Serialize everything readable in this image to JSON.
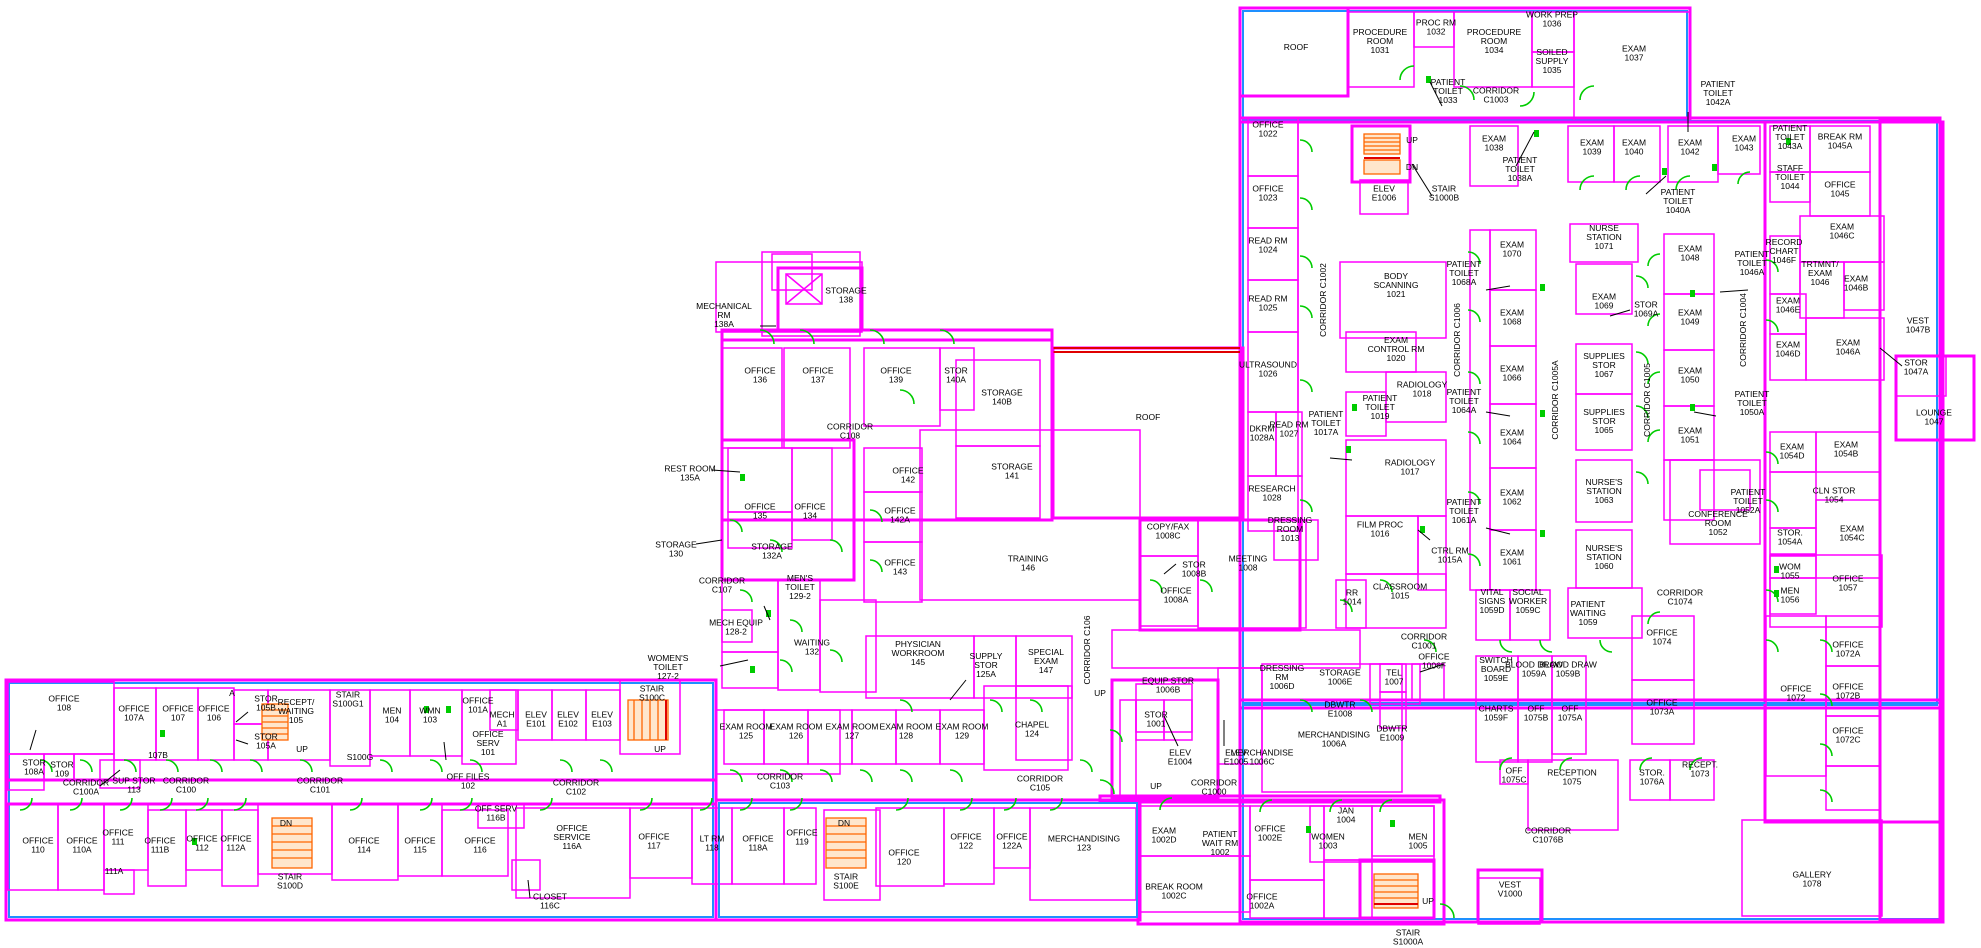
{
  "rooms": [
    {
      "id": "roof-1",
      "name": "ROOF",
      "num": ""
    },
    {
      "id": "r1031",
      "name": "PROCEDURE ROOM",
      "num": "1031"
    },
    {
      "id": "r1032",
      "name": "PROC RM",
      "num": "1032"
    },
    {
      "id": "r1034",
      "name": "PROCEDURE ROOM",
      "num": "1034"
    },
    {
      "id": "r1036",
      "name": "WORK PREP",
      "num": "1036"
    },
    {
      "id": "r1035",
      "name": "SOILED SUPPLY",
      "num": "1035"
    },
    {
      "id": "r1037",
      "name": "EXAM",
      "num": "1037"
    },
    {
      "id": "r1033",
      "name": "PATIENT TOILET",
      "num": "1033"
    },
    {
      "id": "c1003",
      "name": "CORRIDOR",
      "num": "C1003"
    },
    {
      "id": "r1022",
      "name": "OFFICE",
      "num": "1022"
    },
    {
      "id": "r1023",
      "name": "OFFICE",
      "num": "1023"
    },
    {
      "id": "r1024",
      "name": "READ RM",
      "num": "1024"
    },
    {
      "id": "r1025",
      "name": "READ RM",
      "num": "1025"
    },
    {
      "id": "r1026",
      "name": "ULTRASOUND",
      "num": "1026"
    },
    {
      "id": "r1028a",
      "name": "DKRM",
      "num": "1028A"
    },
    {
      "id": "r1027",
      "name": "READ RM",
      "num": "1027"
    },
    {
      "id": "r1028",
      "name": "RESEARCH",
      "num": "1028"
    },
    {
      "id": "e1006",
      "name": "ELEV",
      "num": "E1006"
    },
    {
      "id": "s1000b",
      "name": "STAIR",
      "num": "S1000B"
    },
    {
      "id": "r1021",
      "name": "BODY SCANNING",
      "num": "1021"
    },
    {
      "id": "r1020",
      "name": "EXAM CONTROL RM",
      "num": "1020"
    },
    {
      "id": "r1019",
      "name": "PATIENT TOILET",
      "num": "1019"
    },
    {
      "id": "r1018",
      "name": "RADIOLOGY",
      "num": "1018"
    },
    {
      "id": "r1017a",
      "name": "PATIENT TOILET",
      "num": "1017A"
    },
    {
      "id": "r1017",
      "name": "RADIOLOGY",
      "num": "1017"
    },
    {
      "id": "r1016",
      "name": "FILM PROC",
      "num": "1016"
    },
    {
      "id": "r1015a",
      "name": "CTRL RM",
      "num": "1015A"
    },
    {
      "id": "r1014",
      "name": "RR",
      "num": "1014"
    },
    {
      "id": "r1015",
      "name": "CLASSROOM",
      "num": "1015"
    },
    {
      "id": "r1013",
      "name": "DRESSING ROOM",
      "num": "1013"
    },
    {
      "id": "r1038",
      "name": "EXAM",
      "num": "1038"
    },
    {
      "id": "r1038a",
      "name": "PATIENT TOILET",
      "num": "1038A"
    },
    {
      "id": "r1039",
      "name": "EXAM",
      "num": "1039"
    },
    {
      "id": "r1040",
      "name": "EXAM",
      "num": "1040"
    },
    {
      "id": "r1042",
      "name": "EXAM",
      "num": "1042"
    },
    {
      "id": "r1043",
      "name": "EXAM",
      "num": "1043"
    },
    {
      "id": "r1042a",
      "name": "PATIENT TOILET",
      "num": "1042A"
    },
    {
      "id": "r1040a",
      "name": "PATIENT TOILET",
      "num": "1040A"
    },
    {
      "id": "r1043a",
      "name": "PATIENT TOILET",
      "num": "1043A"
    },
    {
      "id": "r1044",
      "name": "STAFF TOILET",
      "num": "1044"
    },
    {
      "id": "r1045a",
      "name": "BREAK RM",
      "num": "1045A"
    },
    {
      "id": "r1045",
      "name": "OFFICE",
      "num": "1045"
    },
    {
      "id": "r1046c",
      "name": "EXAM",
      "num": "1046C"
    },
    {
      "id": "r1046f",
      "name": "RECORD CHART",
      "num": "1046F"
    },
    {
      "id": "r1046",
      "name": "TRTMNT/ EXAM",
      "num": "1046"
    },
    {
      "id": "r1046b",
      "name": "EXAM",
      "num": "1046B"
    },
    {
      "id": "r1046e",
      "name": "EXAM",
      "num": "1046E"
    },
    {
      "id": "r1046d",
      "name": "EXAM",
      "num": "1046D"
    },
    {
      "id": "r1046a",
      "name": "EXAM",
      "num": "1046A"
    },
    {
      "id": "v1047b",
      "name": "VEST",
      "num": "1047B"
    },
    {
      "id": "r1047a",
      "name": "STOR",
      "num": "1047A"
    },
    {
      "id": "r1047",
      "name": "LOUNGE",
      "num": "1047"
    },
    {
      "id": "r1071",
      "name": "NURSE STATION",
      "num": "1071"
    },
    {
      "id": "r1070",
      "name": "EXAM",
      "num": "1070"
    },
    {
      "id": "r1068a",
      "name": "PATIENT TOILET",
      "num": "1068A"
    },
    {
      "id": "r1068",
      "name": "EXAM",
      "num": "1068"
    },
    {
      "id": "r1069",
      "name": "EXAM",
      "num": "1069"
    },
    {
      "id": "r1069a",
      "name": "STOR",
      "num": "1069A"
    },
    {
      "id": "r1066",
      "name": "EXAM",
      "num": "1066"
    },
    {
      "id": "r1067",
      "name": "SUPPLIES STOR",
      "num": "1067"
    },
    {
      "id": "r1065",
      "name": "SUPPLIES STOR",
      "num": "1065"
    },
    {
      "id": "r1064a",
      "name": "PATIENT TOILET",
      "num": "1064A"
    },
    {
      "id": "r1064",
      "name": "EXAM",
      "num": "1064"
    },
    {
      "id": "r1063",
      "name": "NURSE'S STATION",
      "num": "1063"
    },
    {
      "id": "r1062",
      "name": "EXAM",
      "num": "1062"
    },
    {
      "id": "r1061a",
      "name": "PATIENT TOILET",
      "num": "1061A"
    },
    {
      "id": "r1061",
      "name": "EXAM",
      "num": "1061"
    },
    {
      "id": "r1060",
      "name": "NURSE'S STATION",
      "num": "1060"
    },
    {
      "id": "r1048",
      "name": "EXAM",
      "num": "1048"
    },
    {
      "id": "r1046a2",
      "name": "PATIENT TOILET",
      "num": "1046A"
    },
    {
      "id": "r1049",
      "name": "EXAM",
      "num": "1049"
    },
    {
      "id": "r1050",
      "name": "EXAM",
      "num": "1050"
    },
    {
      "id": "r1050a",
      "name": "PATIENT TOILET",
      "num": "1050A"
    },
    {
      "id": "r1051",
      "name": "EXAM",
      "num": "1051"
    },
    {
      "id": "r1054d",
      "name": "EXAM",
      "num": "1054D"
    },
    {
      "id": "r1054b",
      "name": "EXAM",
      "num": "1054B"
    },
    {
      "id": "r1052a",
      "name": "PATIENT TOILET",
      "num": "1052A"
    },
    {
      "id": "r1054",
      "name": "CLN STOR",
      "num": "1054"
    },
    {
      "id": "r1052",
      "name": "CONFERENCE ROOM",
      "num": "1052"
    },
    {
      "id": "r1054a",
      "name": "STOR.",
      "num": "1054A"
    },
    {
      "id": "r1054c",
      "name": "EXAM",
      "num": "1054C"
    },
    {
      "id": "r1055",
      "name": "WOM",
      "num": "1055"
    },
    {
      "id": "r1056",
      "name": "MEN",
      "num": "1056"
    },
    {
      "id": "r1057",
      "name": "OFFICE",
      "num": "1057"
    },
    {
      "id": "r1059d",
      "name": "VITAL SIGNS",
      "num": "1059D"
    },
    {
      "id": "r1059c",
      "name": "SOCIAL WORKER",
      "num": "1059C"
    },
    {
      "id": "r1059",
      "name": "PATIENT WAITING",
      "num": "1059"
    },
    {
      "id": "c1074",
      "name": "CORRIDOR",
      "num": "C1074"
    },
    {
      "id": "c1001",
      "name": "CORRIDOR",
      "num": "C1001"
    },
    {
      "id": "r1074",
      "name": "OFFICE",
      "num": "1074"
    },
    {
      "id": "r1072a",
      "name": "OFFICE",
      "num": "1072A"
    },
    {
      "id": "r1072",
      "name": "OFFICE",
      "num": "1072"
    },
    {
      "id": "r1072b",
      "name": "OFFICE",
      "num": "1072B"
    },
    {
      "id": "r1072c",
      "name": "OFFICE",
      "num": "1072C"
    },
    {
      "id": "r1059e",
      "name": "SWITCH BOARD",
      "num": "1059E"
    },
    {
      "id": "r1059a",
      "name": "BLOOD DRAW",
      "num": "1059A"
    },
    {
      "id": "r1059b",
      "name": "BLOOD DRAW",
      "num": "1059B"
    },
    {
      "id": "r1073a",
      "name": "OFFICE",
      "num": "1073A"
    },
    {
      "id": "r1059f",
      "name": "CHARTS",
      "num": "1059F"
    },
    {
      "id": "r1075b",
      "name": "OFF",
      "num": "1075B"
    },
    {
      "id": "r1075a",
      "name": "OFF",
      "num": "1075A"
    },
    {
      "id": "r1075c",
      "name": "OFF",
      "num": "1075C"
    },
    {
      "id": "r1075",
      "name": "RECEPTION",
      "num": "1075"
    },
    {
      "id": "r1076a",
      "name": "STOR.",
      "num": "1076A"
    },
    {
      "id": "r1073",
      "name": "RECEPT.",
      "num": "1073"
    },
    {
      "id": "c1076b",
      "name": "CORRIDOR",
      "num": "C1076B"
    },
    {
      "id": "r1078",
      "name": "GALLERY",
      "num": "1078"
    },
    {
      "id": "v1000",
      "name": "VEST",
      "num": "V1000"
    },
    {
      "id": "r1006f",
      "name": "OFFICE",
      "num": "1006F"
    },
    {
      "id": "r1007",
      "name": "TEL",
      "num": "1007"
    },
    {
      "id": "r1006e",
      "name": "STORAGE",
      "num": "1006E"
    },
    {
      "id": "e1008",
      "name": "DBWTR",
      "num": "E1008"
    },
    {
      "id": "e1009",
      "name": "DBWTR",
      "num": "E1009"
    },
    {
      "id": "r1006d",
      "name": "DRESSING RM",
      "num": "1006D"
    },
    {
      "id": "r1006a",
      "name": "MERCHANDISING",
      "num": "1006A"
    },
    {
      "id": "r1006c",
      "name": "MERCHANDISE",
      "num": "1006C"
    },
    {
      "id": "r1006b",
      "name": "EQUIP STOR",
      "num": "1006B"
    },
    {
      "id": "r1001",
      "name": "STOR",
      "num": "1001"
    },
    {
      "id": "e1004",
      "name": "ELEV",
      "num": "E1004"
    },
    {
      "id": "e1005",
      "name": "ELEV",
      "num": "E1005"
    },
    {
      "id": "c1000",
      "name": "CORRIDOR",
      "num": "C1000"
    },
    {
      "id": "r1004",
      "name": "JAN",
      "num": "1004"
    },
    {
      "id": "r1003",
      "name": "WOMEN",
      "num": "1003"
    },
    {
      "id": "r1005",
      "name": "MEN",
      "num": "1005"
    },
    {
      "id": "r1002d",
      "name": "EXAM",
      "num": "1002D"
    },
    {
      "id": "r1002",
      "name": "PATIENT WAIT RM",
      "num": "1002"
    },
    {
      "id": "r1002e",
      "name": "OFFICE",
      "num": "1002E"
    },
    {
      "id": "r1002c",
      "name": "BREAK ROOM",
      "num": "1002C"
    },
    {
      "id": "r1002a",
      "name": "OFFICE",
      "num": "1002A"
    },
    {
      "id": "s1000a",
      "name": "STAIR",
      "num": "S1000A"
    },
    {
      "id": "r1008c",
      "name": "COPY/FAX",
      "num": "1008C"
    },
    {
      "id": "r1008b",
      "name": "STOR",
      "num": "1008B"
    },
    {
      "id": "r1008a",
      "name": "OFFICE",
      "num": "1008A"
    },
    {
      "id": "r1008",
      "name": "MEETING",
      "num": "1008"
    },
    {
      "id": "roof-2",
      "name": "ROOF",
      "num": ""
    },
    {
      "id": "r146",
      "name": "TRAINING",
      "num": "146"
    },
    {
      "id": "r138",
      "name": "STORAGE",
      "num": "138"
    },
    {
      "id": "r138a",
      "name": "MECHANICAL RM",
      "num": "138A"
    },
    {
      "id": "r136",
      "name": "OFFICE",
      "num": "136"
    },
    {
      "id": "r137",
      "name": "OFFICE",
      "num": "137"
    },
    {
      "id": "r139",
      "name": "OFFICE",
      "num": "139"
    },
    {
      "id": "r140a",
      "name": "STOR",
      "num": "140A"
    },
    {
      "id": "r140b",
      "name": "STORAGE",
      "num": "140B"
    },
    {
      "id": "r141",
      "name": "STORAGE",
      "num": "141"
    },
    {
      "id": "c108",
      "name": "CORRIDOR",
      "num": "C108"
    },
    {
      "id": "r135a",
      "name": "REST ROOM",
      "num": "135A"
    },
    {
      "id": "r135",
      "name": "OFFICE",
      "num": "135"
    },
    {
      "id": "r134",
      "name": "OFFICE",
      "num": "134"
    },
    {
      "id": "r142",
      "name": "OFFICE",
      "num": "142"
    },
    {
      "id": "r142a",
      "name": "OFFICE",
      "num": "142A"
    },
    {
      "id": "r143",
      "name": "OFFICE",
      "num": "143"
    },
    {
      "id": "r130",
      "name": "STORAGE",
      "num": "130"
    },
    {
      "id": "r132a",
      "name": "STORAGE",
      "num": "132A"
    },
    {
      "id": "c107",
      "name": "CORRIDOR",
      "num": "C107"
    },
    {
      "id": "r129-2",
      "name": "MEN'S TOILET",
      "num": "129-2"
    },
    {
      "id": "r128-2",
      "name": "MECH EQUIP",
      "num": "128-2"
    },
    {
      "id": "r132",
      "name": "WAITING",
      "num": "132"
    },
    {
      "id": "r127-2",
      "name": "WOMEN'S TOILET",
      "num": "127-2"
    },
    {
      "id": "r145",
      "name": "PHYSICIAN WORKROOM",
      "num": "145"
    },
    {
      "id": "r125a",
      "name": "SUPPLY STOR",
      "num": "125A"
    },
    {
      "id": "r147",
      "name": "SPECIAL EXAM",
      "num": "147"
    },
    {
      "id": "r125",
      "name": "EXAM ROOM",
      "num": "125"
    },
    {
      "id": "r126",
      "name": "EXAM ROOM",
      "num": "126"
    },
    {
      "id": "r127",
      "name": "EXAM ROOM",
      "num": "127"
    },
    {
      "id": "r128",
      "name": "EXAM ROOM",
      "num": "128"
    },
    {
      "id": "r129",
      "name": "EXAM ROOM",
      "num": "129"
    },
    {
      "id": "r124",
      "name": "CHAPEL",
      "num": "124"
    },
    {
      "id": "r108",
      "name": "OFFICE",
      "num": "108"
    },
    {
      "id": "r107a",
      "name": "OFFICE",
      "num": "107A"
    },
    {
      "id": "r107",
      "name": "OFFICE",
      "num": "107"
    },
    {
      "id": "r106",
      "name": "OFFICE",
      "num": "106"
    },
    {
      "id": "r105b",
      "name": "STOR",
      "num": "105B"
    },
    {
      "id": "r105a",
      "name": "STOR",
      "num": "105A"
    },
    {
      "id": "r105",
      "name": "RECEPT/ WAITING",
      "num": "105"
    },
    {
      "id": "s100g",
      "name": "STAIR",
      "num": "S100G1"
    },
    {
      "id": "r104",
      "name": "MEN",
      "num": "104"
    },
    {
      "id": "r103",
      "name": "WMN",
      "num": "103"
    },
    {
      "id": "r101a",
      "name": "OFFICE",
      "num": "101A"
    },
    {
      "id": "a1",
      "name": "MECH",
      "num": "A1"
    },
    {
      "id": "e101",
      "name": "ELEV",
      "num": "E101"
    },
    {
      "id": "e102",
      "name": "ELEV",
      "num": "E102"
    },
    {
      "id": "e103",
      "name": "ELEV",
      "num": "E103"
    },
    {
      "id": "s100c",
      "name": "STAIR",
      "num": "S100C"
    },
    {
      "id": "r101",
      "name": "OFFICE SERV",
      "num": "101"
    },
    {
      "id": "r108a",
      "name": "STOR",
      "num": "108A"
    },
    {
      "id": "r109",
      "name": "STOR",
      "num": "109"
    },
    {
      "id": "c100a",
      "name": "CORRIDOR",
      "num": "C100A"
    },
    {
      "id": "r113",
      "name": "SUP STOR",
      "num": "113"
    },
    {
      "id": "r107b",
      "name": "",
      "num": "107B"
    },
    {
      "id": "c100",
      "name": "CORRIDOR",
      "num": "C100"
    },
    {
      "id": "c101",
      "name": "CORRIDOR",
      "num": "C101"
    },
    {
      "id": "s100g2",
      "name": "",
      "num": "S100G"
    },
    {
      "id": "r102",
      "name": "OFF FILES",
      "num": "102"
    },
    {
      "id": "c102",
      "name": "CORRIDOR",
      "num": "C102"
    },
    {
      "id": "c103",
      "name": "CORRIDOR",
      "num": "C103"
    },
    {
      "id": "c105",
      "name": "CORRIDOR",
      "num": "C105"
    },
    {
      "id": "r110",
      "name": "OFFICE",
      "num": "110"
    },
    {
      "id": "r110a",
      "name": "OFFICE",
      "num": "110A"
    },
    {
      "id": "r111",
      "name": "OFFICE",
      "num": "111"
    },
    {
      "id": "r111b",
      "name": "OFFICE",
      "num": "111B"
    },
    {
      "id": "r112",
      "name": "OFFICE",
      "num": "112"
    },
    {
      "id": "r112a",
      "name": "OFFICE",
      "num": "112A"
    },
    {
      "id": "r111a",
      "name": "",
      "num": "111A"
    },
    {
      "id": "s100d",
      "name": "STAIR",
      "num": "S100D"
    },
    {
      "id": "r114",
      "name": "OFFICE",
      "num": "114"
    },
    {
      "id": "r115",
      "name": "OFFICE",
      "num": "115"
    },
    {
      "id": "r116",
      "name": "OFFICE",
      "num": "116"
    },
    {
      "id": "r116b",
      "name": "OFF SERV",
      "num": "116B"
    },
    {
      "id": "r116a",
      "name": "OFFICE SERVICE",
      "num": "116A"
    },
    {
      "id": "r116c",
      "name": "CLOSET",
      "num": "116C"
    },
    {
      "id": "r117",
      "name": "OFFICE",
      "num": "117"
    },
    {
      "id": "r118",
      "name": "LT RM",
      "num": "118"
    },
    {
      "id": "r118a",
      "name": "OFFICE",
      "num": "118A"
    },
    {
      "id": "r119",
      "name": "OFFICE",
      "num": "119"
    },
    {
      "id": "s100e",
      "name": "STAIR",
      "num": "S100E"
    },
    {
      "id": "r120",
      "name": "OFFICE",
      "num": "120"
    },
    {
      "id": "r122",
      "name": "OFFICE",
      "num": "122"
    },
    {
      "id": "r122a",
      "name": "OFFICE",
      "num": "122A"
    },
    {
      "id": "r123",
      "name": "MERCHANDISING",
      "num": "123"
    }
  ],
  "corridors_vertical": [
    {
      "id": "c1002",
      "text": "CORRIDOR C1002"
    },
    {
      "id": "c1006",
      "text": "CORRIDOR C1006"
    },
    {
      "id": "c1005a",
      "text": "CORRIDOR C1005A"
    },
    {
      "id": "c1005",
      "text": "CORRIDOR C1005"
    },
    {
      "id": "c1004",
      "text": "CORRIDOR C1004"
    },
    {
      "id": "c106",
      "text": "CORRIDOR C106"
    }
  ],
  "markers": {
    "up": "UP",
    "dn": "DN",
    "a": "A"
  }
}
